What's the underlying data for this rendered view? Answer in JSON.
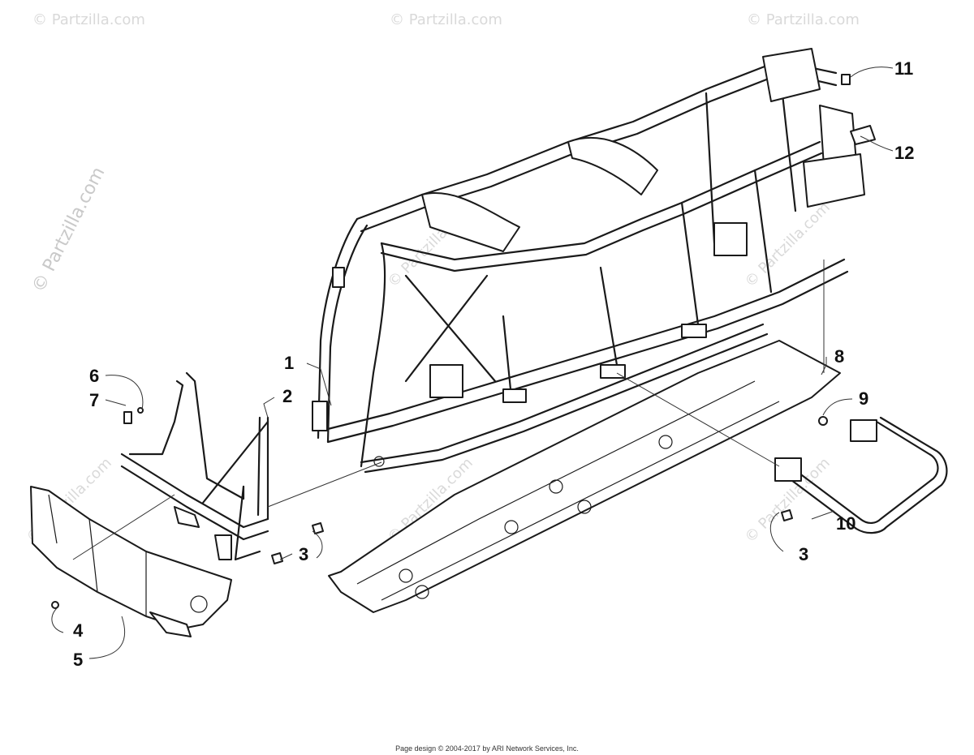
{
  "watermark": {
    "vertical_text": "© Partzilla.com",
    "repeat_mark": "© Partzilla.com",
    "color": "#c9c9c9"
  },
  "callouts": [
    {
      "id": "1",
      "label": "1"
    },
    {
      "id": "2",
      "label": "2"
    },
    {
      "id": "3a",
      "label": "3"
    },
    {
      "id": "3b",
      "label": "3"
    },
    {
      "id": "4",
      "label": "4"
    },
    {
      "id": "5",
      "label": "5"
    },
    {
      "id": "6",
      "label": "6"
    },
    {
      "id": "7",
      "label": "7"
    },
    {
      "id": "8",
      "label": "8"
    },
    {
      "id": "9",
      "label": "9"
    },
    {
      "id": "10",
      "label": "10"
    },
    {
      "id": "11",
      "label": "11"
    },
    {
      "id": "12",
      "label": "12"
    }
  ],
  "footer": {
    "text": "Page design © 2004-2017 by ARI Network Services, Inc."
  }
}
